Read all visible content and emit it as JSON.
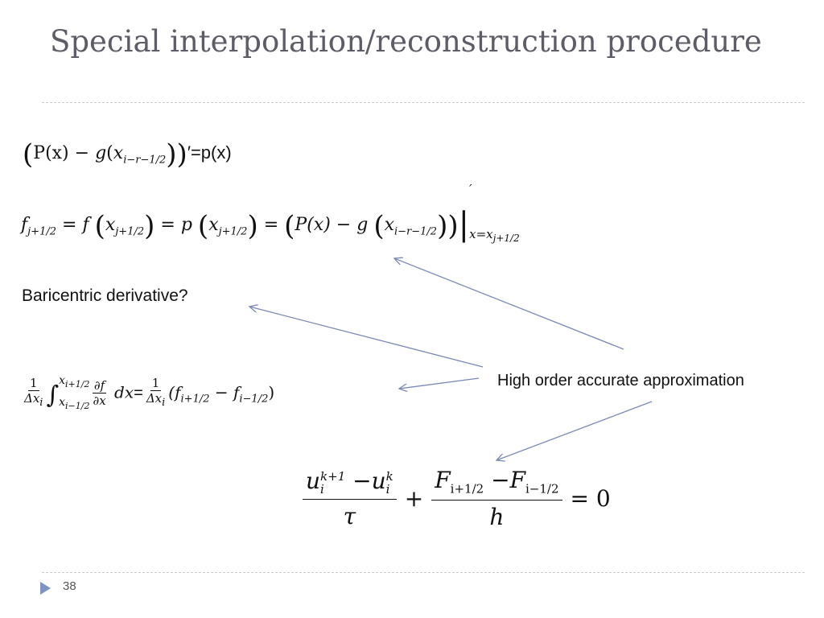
{
  "slide": {
    "title": "Special interpolation/reconstruction procedure",
    "number": "38"
  },
  "equations": {
    "eq1": {
      "open": "(",
      "P_x": "P(x)",
      "minus": " − ",
      "g": "g",
      "x_sub": "i−r−",
      "half": "1/2",
      "close": "))",
      "prime_eq": "′=p(x)"
    },
    "eq2": {
      "f": "f",
      "f_sub": "j+1/2",
      "equals1": " = ",
      "f2": "f",
      "x1": "x",
      "x1_sub": "j+1/2",
      "equals2": " = ",
      "p": "p",
      "x2": "x",
      "x2_sub": "j+1/2",
      "equals3": " = ",
      "P": "P(x) − g",
      "x3": "x",
      "x3_sub": "i−r−1/2",
      "eval_sub": "x=x",
      "eval_sub2": "j+1/2",
      "prime": "′"
    },
    "eq3": {
      "frac1_num": "1",
      "frac1_den": "Δx",
      "frac1_den_sub": "i",
      "integral": "∫",
      "upper": "x",
      "upper_sub": "i+1/2",
      "lower": "x",
      "lower_sub": "i−1/2",
      "dfrac_num": "∂f",
      "dfrac_den": "∂x",
      "dx": "dx",
      "equals": "=",
      "frac2_num": "1",
      "frac2_den": "Δx",
      "frac2_den_sub": "i",
      "paren": "(f",
      "fsub1": "i+1/2",
      "minus": " − f",
      "fsub2": "i−1/2",
      "close": ")"
    },
    "scheme": {
      "u1": "u",
      "u1_sub": "i",
      "u1_sup": "k+1",
      "minus1": "−",
      "u2": "u",
      "u2_sub": "i",
      "u2_sup": "k",
      "tau": "τ",
      "plus": "+",
      "F1": "F",
      "F1_sub": "i+1/2",
      "minus2": "−",
      "F2": "F",
      "F2_sub": "i−1/2",
      "h": "h",
      "equals_zero": "= 0"
    }
  },
  "labels": {
    "baricentric": "Baricentric derivative?",
    "approx": "High order accurate approximation"
  },
  "colors": {
    "title": "#5d5d68",
    "arrow": "#7a88b8",
    "bullet": "#7f93c2",
    "rule": "#c7cbd3"
  },
  "icons": {
    "bullet": "triangle-right-icon"
  }
}
